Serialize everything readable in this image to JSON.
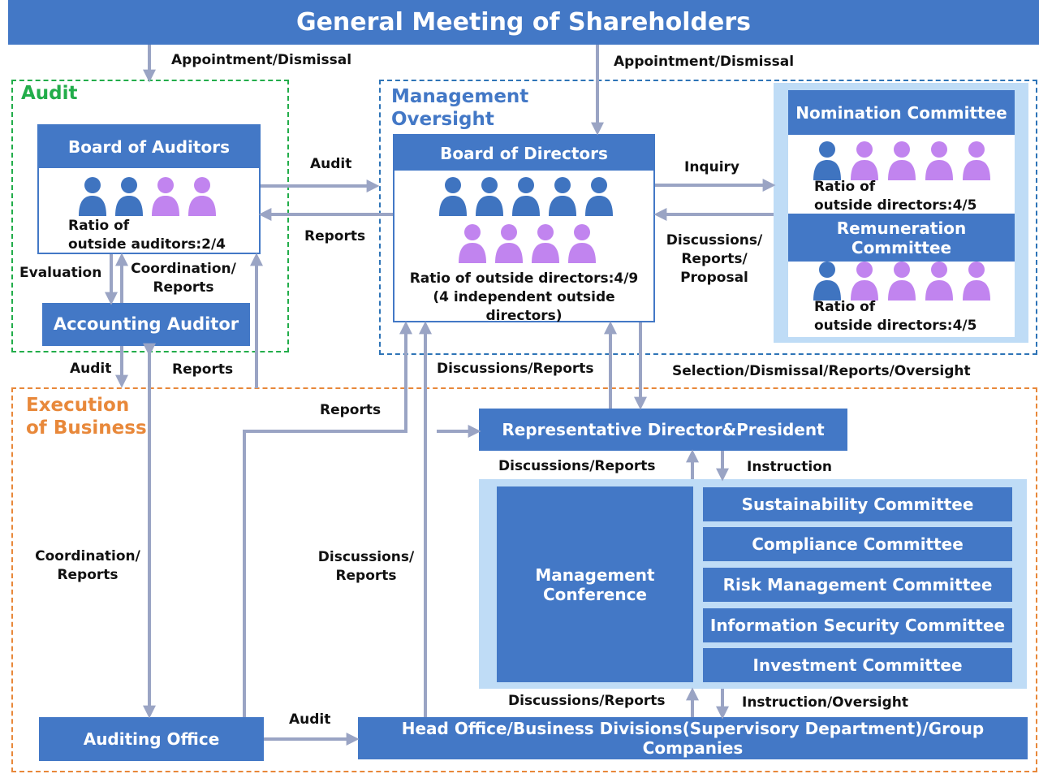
{
  "title": "General Meeting of Shareholders",
  "regions": {
    "audit": "Audit",
    "management_oversight": "Management\nOversight",
    "execution": "Execution\nof Business"
  },
  "board_of_auditors": {
    "title": "Board of Auditors",
    "inside": 2,
    "outside": 2,
    "ratio": "Ratio of\noutside auditors:2/4"
  },
  "accounting_auditor": "Accounting Auditor",
  "board_of_directors": {
    "title": "Board of Directors",
    "inside": 5,
    "outside": 4,
    "ratio": "Ratio of outside directors:4/9\n(4 independent outside directors)"
  },
  "nomination_committee": {
    "title": "Nomination Committee",
    "inside": 1,
    "outside": 4,
    "ratio": "Ratio of\noutside directors:4/5"
  },
  "remuneration_committee": {
    "title": "Remuneration\nCommittee",
    "inside": 1,
    "outside": 4,
    "ratio": "Ratio of\noutside directors:4/5"
  },
  "representative_director": "Representative Director&President",
  "management_conference": "Management\nConference",
  "committees": [
    "Sustainability Committee",
    "Compliance Committee",
    "Risk Management Committee",
    "Information Security Committee",
    "Investment Committee"
  ],
  "auditing_office": "Auditing Office",
  "head_office": "Head Office/Business Divisions(Supervisory Department)/Group Companies",
  "labels": {
    "appointment_left": "Appointment/Dismissal",
    "appointment_right": "Appointment/Dismissal",
    "audit_to_bod": "Audit",
    "reports_from_bod": "Reports",
    "inquiry": "Inquiry",
    "discussions_reports_proposal": "Discussions/\nReports/\nProposal",
    "evaluation": "Evaluation",
    "coordination_reports_top": "Coordination/\nReports",
    "audit_accounting": "Audit",
    "reports_accounting": "Reports",
    "discussions_reports_bod": "Discussions/Reports",
    "selection_dismissal": "Selection/Dismissal/Reports/Oversight",
    "reports_office": "Reports",
    "discussions_reports_rep": "Discussions/Reports",
    "instruction": "Instruction",
    "coordination_reports_left": "Coordination/\nReports",
    "discussions_reports_mid": "Discussions/\nReports",
    "discussions_reports_bottom": "Discussions/Reports",
    "instruction_oversight": "Instruction/Oversight",
    "audit_office_head": "Audit"
  },
  "colors": {
    "box_blue": "#4378c6",
    "inside_person": "#3f74c0",
    "outside_person": "#c184ef",
    "arrow": "#9aa4c4",
    "audit_green": "#22ad4a",
    "management_blue": "#2e74b7",
    "execution_orange": "#e8883a",
    "committee_bg": "#bfdcf6"
  }
}
